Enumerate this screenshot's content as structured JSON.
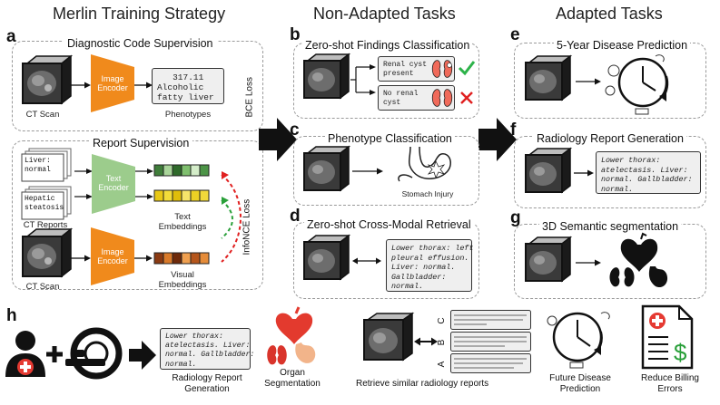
{
  "headers": {
    "training": "Merlin Training Strategy",
    "non_adapted": "Non-Adapted Tasks",
    "adapted": "Adapted Tasks"
  },
  "panels": {
    "a": {
      "letter": "a",
      "diag_title": "Diagnostic Code Supervision",
      "ct_scan": "CT Scan",
      "encoder": [
        "Image",
        "Encoder"
      ],
      "code_box": "   317.11\nAlcoholic\nfatty liver",
      "phenotypes": "Phenotypes",
      "bce_loss": "BCE Loss",
      "report_title": "Report Supervision",
      "report_doc1": "Liver:\nnormal",
      "report_doc2": "Hepatic\nsteatosis",
      "ct_reports": "CT Reports",
      "text_encoder": [
        "Text",
        "Encoder"
      ],
      "text_embeddings": [
        "Text",
        "Embeddings"
      ],
      "infonce": "InfoNCE Loss",
      "ct_scan2": "CT Scan",
      "image_encoder2": [
        "Image",
        "Encoder"
      ],
      "visual_embeddings": [
        "Visual",
        "Embeddings"
      ]
    },
    "b": {
      "letter": "b",
      "title": "Zero-shot Findings Classification",
      "box1": "Renal cyst\npresent",
      "box2": "No renal\ncyst"
    },
    "c": {
      "letter": "c",
      "title": "Phenotype Classification",
      "label": "Stomach Injury"
    },
    "d": {
      "letter": "d",
      "title": "Zero-shot Cross-Modal Retrieval",
      "box": "Lower thorax: left\npleural effusion.\nLiver: normal.\nGallbladder:\nnormal."
    },
    "e": {
      "letter": "e",
      "title": "5-Year Disease Prediction"
    },
    "f": {
      "letter": "f",
      "title": "Radiology Report Generation",
      "box": "Lower thorax:\natelectasis. Liver:\nnormal. Gallbladder:\nnormal."
    },
    "g": {
      "letter": "g",
      "title": "3D Semantic segmentation"
    },
    "h": {
      "letter": "h",
      "report_box": "Lower thorax:\natelectasis. Liver:\nnormal. Gallbladder:\nnormal.",
      "report_label": [
        "Radiology Report",
        "Generation"
      ],
      "organ_label": [
        "Organ",
        "Segmentation"
      ],
      "retrieve_label": "Retrieve similar radiology reports",
      "abc": [
        "A",
        "B",
        "C"
      ],
      "future_label": [
        "Future Disease",
        "Prediction"
      ],
      "billing_label": [
        "Reduce Billing",
        "Errors"
      ]
    }
  },
  "colors": {
    "encoder_orange": "#f08a1c",
    "text_encoder_green": "#9ccc8c",
    "check_green": "#2db34a",
    "cross_red": "#e02020",
    "organ_red": "#d9342b"
  }
}
